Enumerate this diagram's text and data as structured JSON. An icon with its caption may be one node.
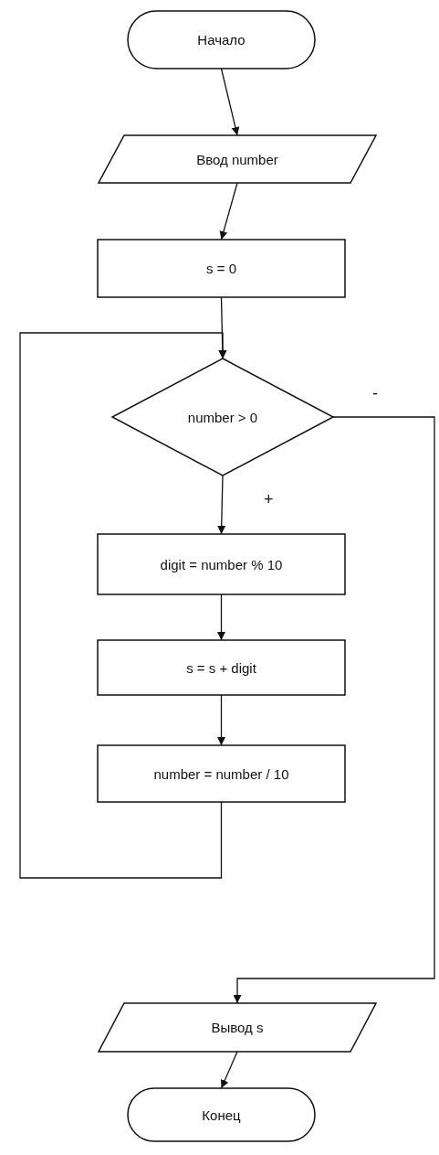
{
  "diagram": {
    "nodes": [
      {
        "text": [
          "Начало"
        ]
      },
      {
        "text": [
          "Ввод number"
        ]
      },
      {
        "text": [
          "s = 0"
        ]
      },
      {
        "text": [
          "number > 0"
        ]
      },
      {
        "text": [
          "digit = number % 10"
        ]
      },
      {
        "text": [
          "s = s + digit"
        ]
      },
      {
        "text": [
          "number = number / 10"
        ]
      },
      {
        "text": [
          "Вывод s"
        ]
      },
      {
        "text": [
          "Конец"
        ]
      }
    ],
    "edges": [
      {
        "from": 0,
        "to": 1,
        "arrow": "to"
      },
      {
        "from": 1,
        "to": 2,
        "arrow": "to"
      },
      {
        "from": 2,
        "to": 3,
        "arrow": "to"
      },
      {
        "from": 3,
        "to": 4,
        "arrow": "to",
        "label": "+"
      },
      {
        "from": 4,
        "to": 5,
        "arrow": "to"
      },
      {
        "from": 5,
        "to": 6,
        "arrow": "to"
      },
      {
        "from": 6,
        "to": 3,
        "arrow": "to"
      },
      {
        "from": 3,
        "to": 7,
        "arrow": "to",
        "label": "-"
      },
      {
        "from": 7,
        "to": 8,
        "arrow": "to"
      }
    ]
  }
}
